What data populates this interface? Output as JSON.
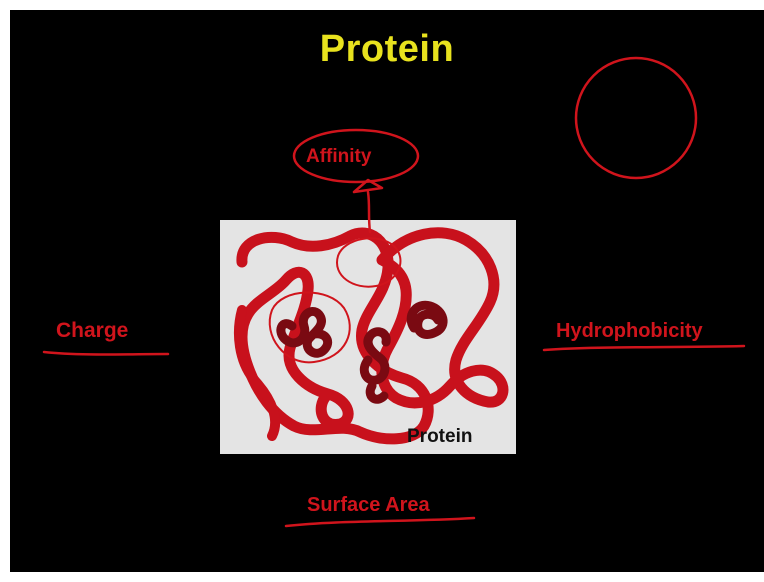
{
  "slide": {
    "title": "Protein",
    "center_label": "Protein",
    "labels": {
      "affinity": "Affinity",
      "charge": "Charge",
      "hydrophobicity": "Hydrophobicity",
      "surface_area": "Surface Area"
    },
    "colors": {
      "background": "#000000",
      "title": "#e8e21e",
      "annotation": "#d0141c",
      "protein_chain": "#c8111c",
      "inner_coil": "#7a0a12",
      "panel": "#e4e4e4"
    }
  }
}
